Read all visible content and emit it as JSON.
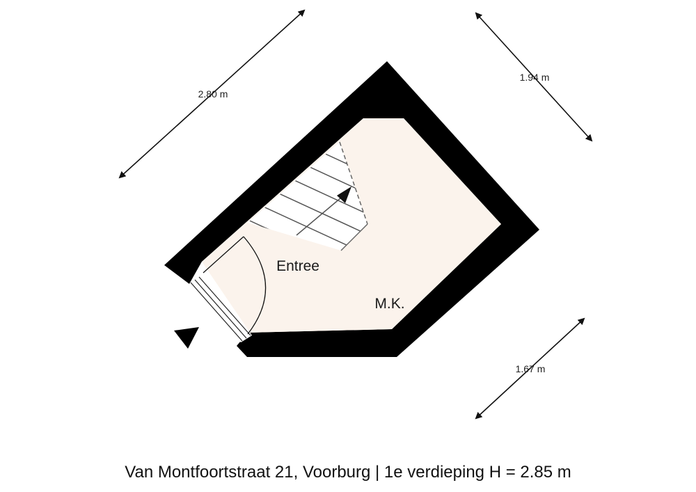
{
  "dimensions": {
    "top_left": "2.80 m",
    "top_right": "1.94 m",
    "bottom_right": "1.67 m"
  },
  "rooms": {
    "entree": "Entree",
    "mk": "M.K."
  },
  "footer": {
    "caption": "Van Montfoortstraat 21, Voorburg | 1e verdieping H = 2.85 m"
  },
  "colors": {
    "wall": "#000000",
    "floor": "#fbf3ec",
    "dimension_line": "#111111",
    "background": "#ffffff"
  },
  "icons": {
    "stair_direction": "arrow-up-right",
    "entrance_marker": "triangle-down"
  }
}
